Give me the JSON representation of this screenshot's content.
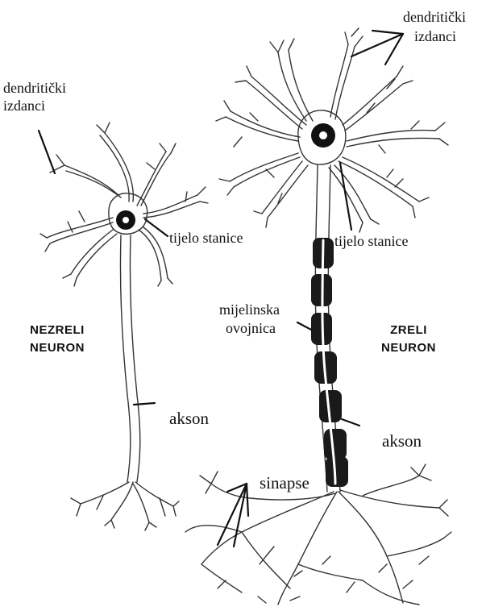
{
  "labels": {
    "dendrites_left_1": "dendritički",
    "dendrites_left_2": "izdanci",
    "dendrites_right_1": "dendritički",
    "dendrites_right_2": "izdanci",
    "cell_body_left": "tijelo stanice",
    "cell_body_right": "tijelo stanice",
    "myelin_1": "mijelinska",
    "myelin_2": "ovojnica",
    "immature_1": "NEZRELI",
    "immature_2": "NEURON",
    "mature_1": "ZRELI",
    "mature_2": "NEURON",
    "axon_left": "akson",
    "axon_right": "akson",
    "synapses": "sinapse"
  },
  "colors": {
    "ink": "#111111",
    "outline": "#333333",
    "myelin": "#1a1a1a"
  }
}
